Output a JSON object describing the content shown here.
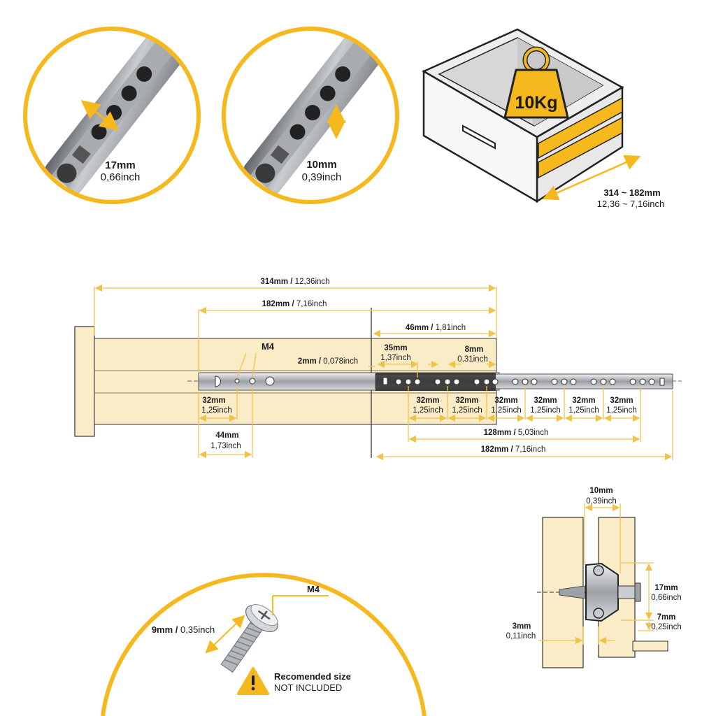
{
  "colors": {
    "accent": "#f5b81d",
    "wood": "#fbecc8",
    "dim": "#f1c24a",
    "ink": "#1a1a1a",
    "steel": "#b9bcc0"
  },
  "detail_left": {
    "value": "17mm",
    "sub": "0,66inch"
  },
  "detail_mid": {
    "value": "10mm",
    "sub": "0,39inch"
  },
  "drawer": {
    "weight": "10Kg",
    "value": "314 ~ 182mm",
    "sub": "12,36 ~ 7,16inch"
  },
  "slide": {
    "total": {
      "v": "314mm /",
      "s": " 12,36inch"
    },
    "closed": {
      "v": "182mm /",
      "s": " 7,16inch"
    },
    "ext46": {
      "v": "46mm /",
      "s": " 1,81inch"
    },
    "gap2": {
      "v": "2mm /",
      "s": " 0,078inch"
    },
    "screw": "M4",
    "d35": {
      "v": "35mm",
      "s": "1,37inch"
    },
    "d8": {
      "v": "8mm",
      "s": "0,31inch"
    },
    "d32a": {
      "v": "32mm",
      "s": "1,25inch"
    },
    "pitch": [
      {
        "v": "32mm",
        "s": "1,25inch"
      },
      {
        "v": "32mm",
        "s": "1,25inch"
      },
      {
        "v": "32mm",
        "s": "1,25inch"
      },
      {
        "v": "32mm",
        "s": "1,25inch"
      },
      {
        "v": "32mm",
        "s": "1,25inch"
      },
      {
        "v": "32mm",
        "s": "1,25inch"
      }
    ],
    "d44": {
      "v": "44mm",
      "s": "1,73inch"
    },
    "d128": {
      "v": "128mm /",
      "s": " 5,03inch"
    },
    "d182b": {
      "v": "182mm /",
      "s": " 7,16inch"
    }
  },
  "section": {
    "top": {
      "v": "10mm",
      "s": "0,39inch"
    },
    "h17": {
      "v": "17mm",
      "s": "0,66inch"
    },
    "h7": {
      "v": "7mm",
      "s": "0,25inch"
    },
    "h3": {
      "v": "3mm",
      "s": "0,11inch"
    }
  },
  "screw_detail": {
    "type": "M4",
    "len": {
      "v": "9mm /",
      "s": " 0,35inch"
    },
    "note_title": "Recomended size",
    "note_sub": "NOT INCLUDED",
    "warn_icon": "warning-icon"
  }
}
